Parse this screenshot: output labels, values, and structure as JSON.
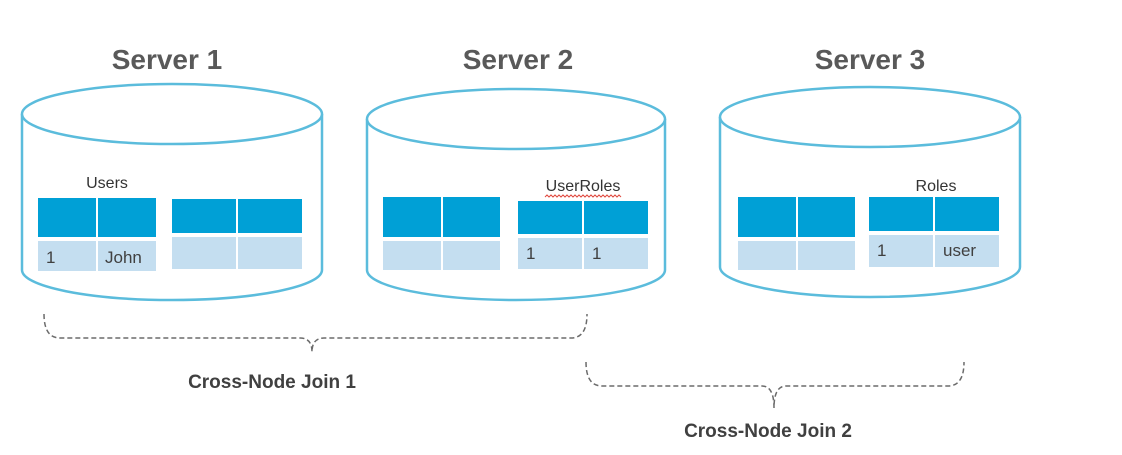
{
  "servers": [
    {
      "title": "Server 1",
      "tables": [
        {
          "label": "Users",
          "row": [
            "1",
            "John"
          ]
        },
        {
          "label": "",
          "row": [
            "",
            ""
          ]
        }
      ]
    },
    {
      "title": "Server 2",
      "tables": [
        {
          "label": "",
          "row": [
            "",
            ""
          ]
        },
        {
          "label": "UserRoles",
          "row": [
            "1",
            "1"
          ],
          "spellcheck_underline": true
        }
      ]
    },
    {
      "title": "Server 3",
      "tables": [
        {
          "label": "",
          "row": [
            "",
            ""
          ]
        },
        {
          "label": "Roles",
          "row": [
            "1",
            "user"
          ]
        }
      ]
    }
  ],
  "joins": [
    {
      "label": "Cross-Node Join 1",
      "spans": [
        "Server 1",
        "Server 2"
      ]
    },
    {
      "label": "Cross-Node Join 2",
      "spans": [
        "Server 2",
        "Server 3"
      ]
    }
  ],
  "colors": {
    "cylinder_outline": "#5bbcdc",
    "table_header": "#00a0d6",
    "table_row": "#c4def0",
    "title_text": "#595959",
    "brace": "#6b6b6b"
  }
}
